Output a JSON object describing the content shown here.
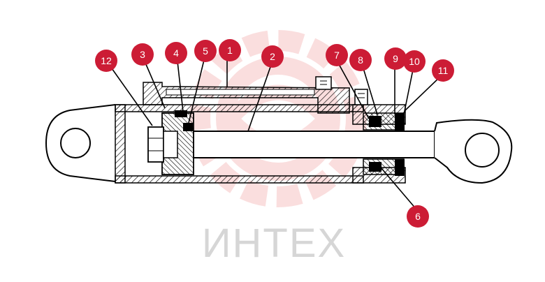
{
  "watermark": {
    "text": "ИНТЕХ",
    "logo_color": "#f7c4c4",
    "text_color": "#d6d6d6"
  },
  "colors": {
    "marker": "#cc1c35",
    "marker_text": "#ffffff",
    "line": "#000000"
  },
  "markers": [
    {
      "id": "12",
      "label": "12"
    },
    {
      "id": "3",
      "label": "3"
    },
    {
      "id": "4",
      "label": "4"
    },
    {
      "id": "5",
      "label": "5"
    },
    {
      "id": "1",
      "label": "1"
    },
    {
      "id": "2",
      "label": "2"
    },
    {
      "id": "7",
      "label": "7"
    },
    {
      "id": "8",
      "label": "8"
    },
    {
      "id": "9",
      "label": "9"
    },
    {
      "id": "10",
      "label": "10"
    },
    {
      "id": "11",
      "label": "11"
    },
    {
      "id": "6",
      "label": "6"
    }
  ]
}
